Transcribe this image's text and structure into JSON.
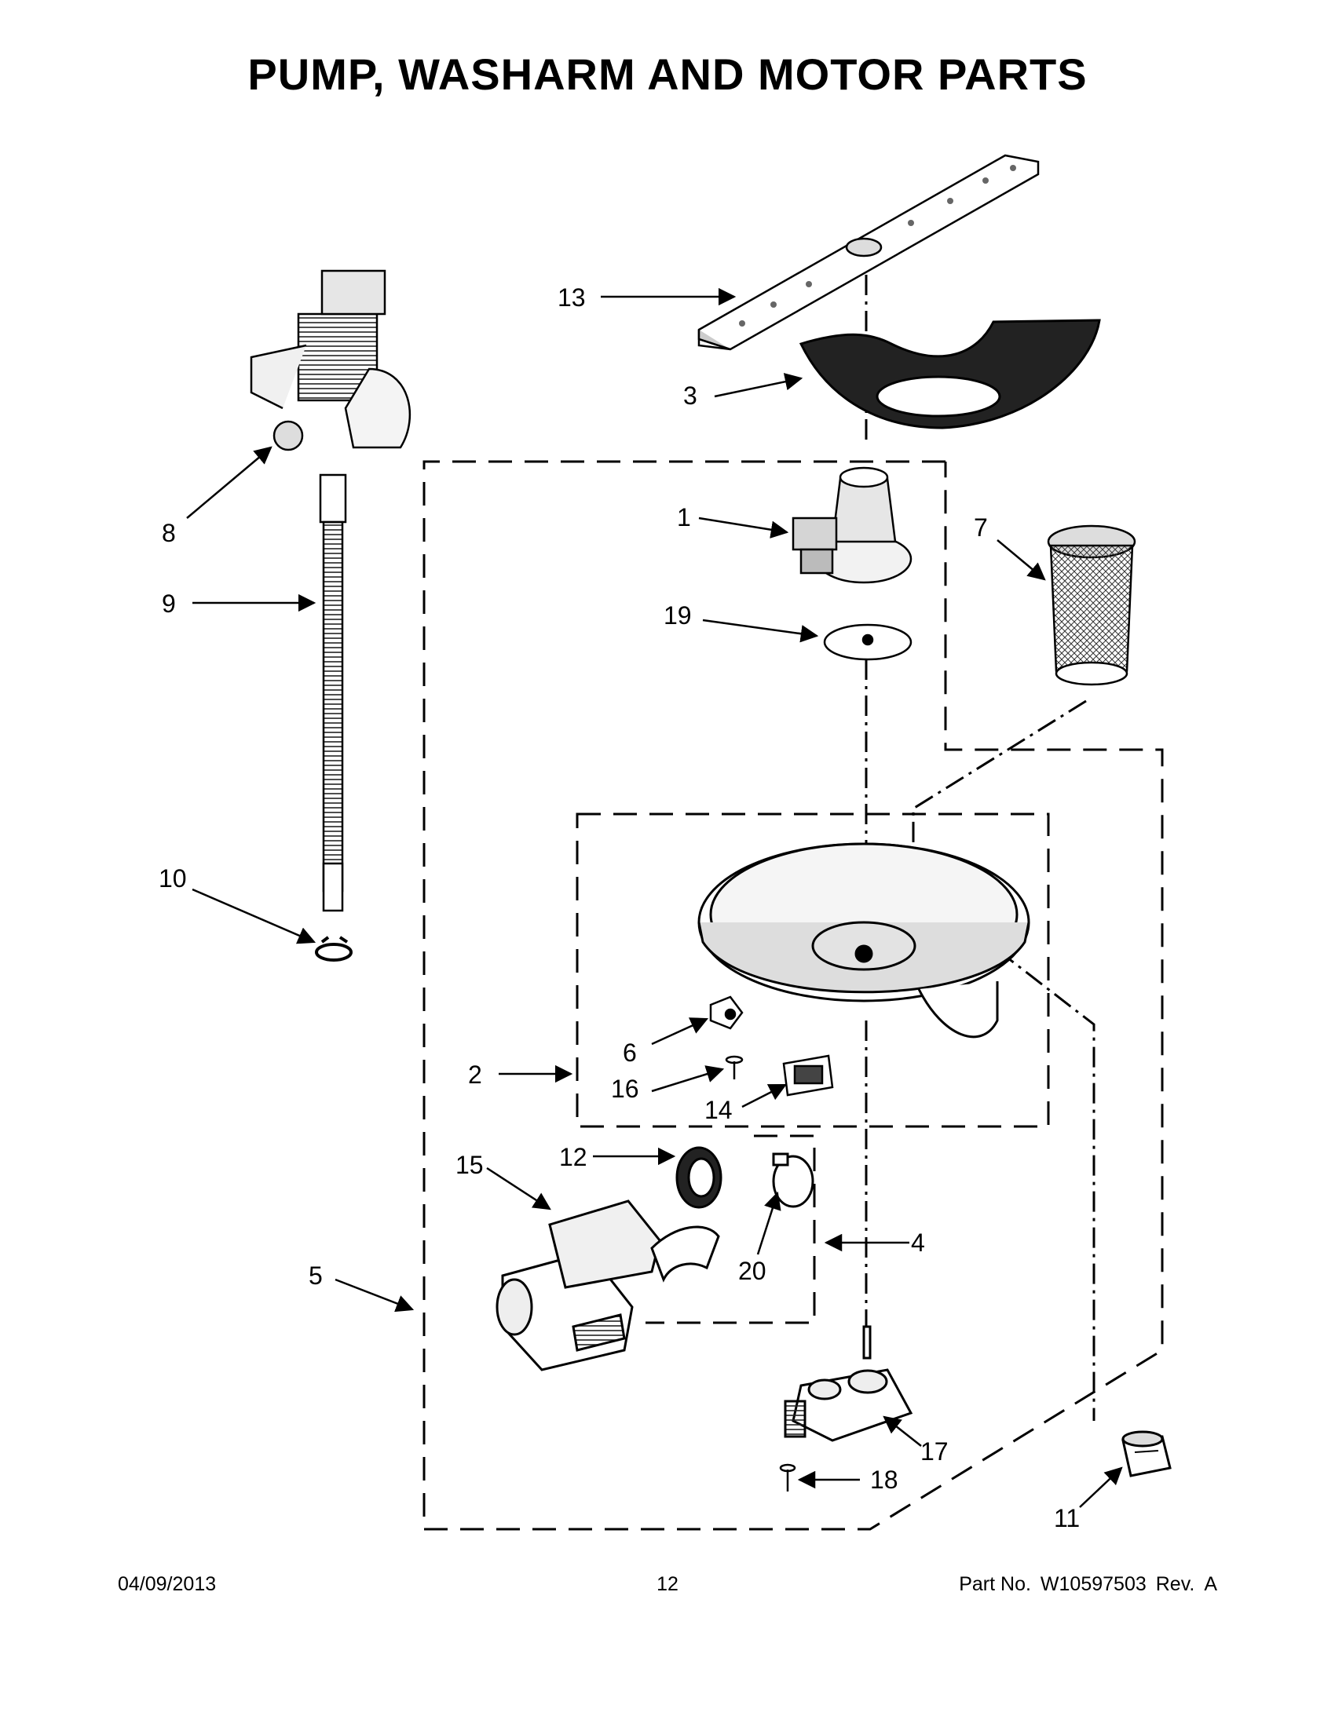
{
  "title": "PUMP, WASHARM AND MOTOR PARTS",
  "callouts": {
    "c1": "1",
    "c2": "2",
    "c3": "3",
    "c4": "4",
    "c5": "5",
    "c6": "6",
    "c7": "7",
    "c8": "8",
    "c9": "9",
    "c10": "10",
    "c11": "11",
    "c12": "12",
    "c13": "13",
    "c14": "14",
    "c15": "15",
    "c16": "16",
    "c17": "17",
    "c18": "18",
    "c19": "19",
    "c20": "20"
  },
  "footer": {
    "date": "04/09/2013",
    "page": "12",
    "part_label": "Part No.",
    "part_number": "W10597503",
    "rev_label": "Rev.",
    "rev": "A"
  }
}
